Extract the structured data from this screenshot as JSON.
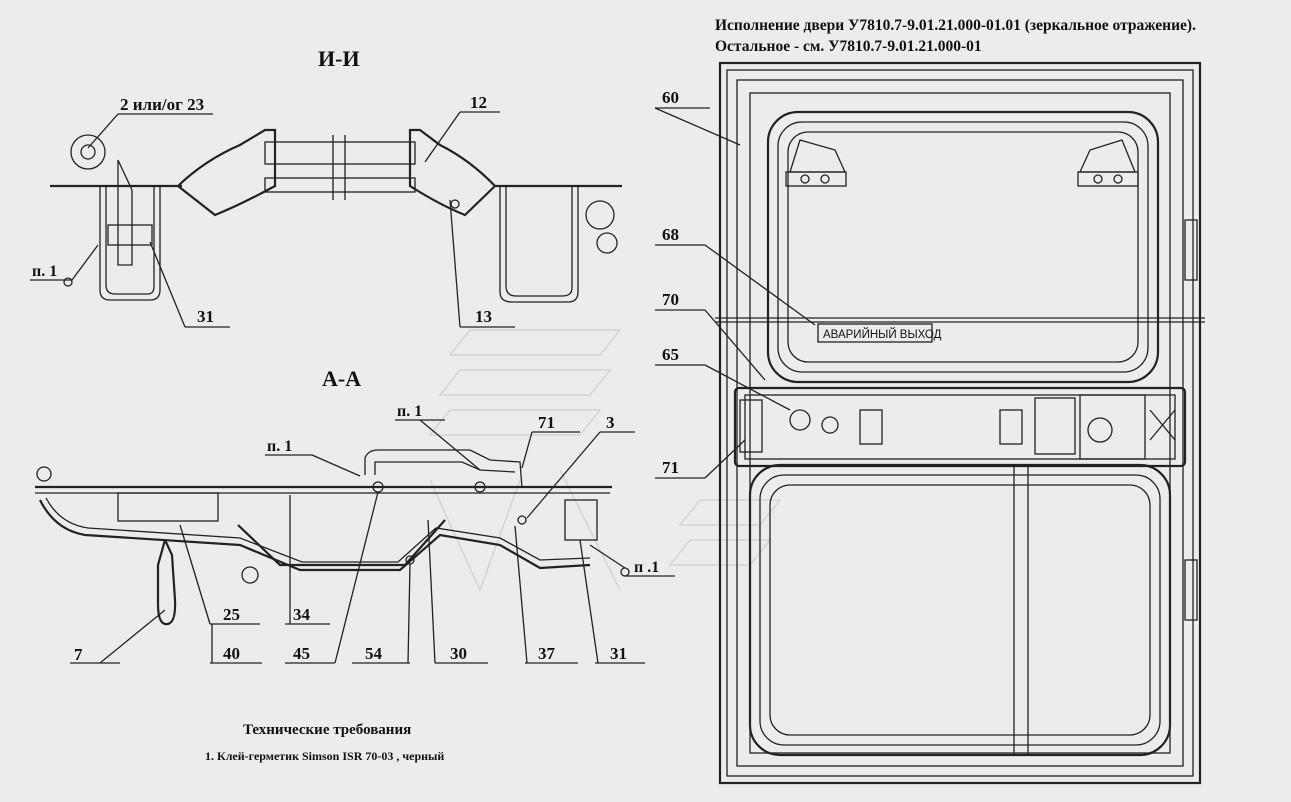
{
  "header": {
    "line1": "Исполнение двери У7810.7-9.01.21.000-01.01 (зеркальное отражение).",
    "line2": "Остальное - см. У7810.7-9.01.21.000-01"
  },
  "section_ii": {
    "title": "И-И",
    "labels": {
      "l_2_23": "2 или/ог 23",
      "l_12": "12",
      "l_13": "13",
      "l_31": "31",
      "l_p1": "п. 1"
    }
  },
  "section_aa": {
    "title": "А-А",
    "labels": {
      "l_p1a": "п. 1",
      "l_p1b": "п. 1",
      "l_71": "71",
      "l_3": "3",
      "l_p1c": "п .1",
      "l_7": "7",
      "l_25": "25",
      "l_40": "40",
      "l_34": "34",
      "l_45": "45",
      "l_54": "54",
      "l_30": "30",
      "l_37": "37",
      "l_31": "31"
    }
  },
  "door_view": {
    "labels": {
      "l_60": "60",
      "l_68": "68",
      "l_70": "70",
      "l_65": "65",
      "l_71": "71"
    },
    "sign": "АВАРИЙНЫЙ ВЫХОД"
  },
  "requirements": {
    "title": "Технические требования",
    "item1": "1. Клей-герметик Simson ISR 70-03 , черный"
  }
}
